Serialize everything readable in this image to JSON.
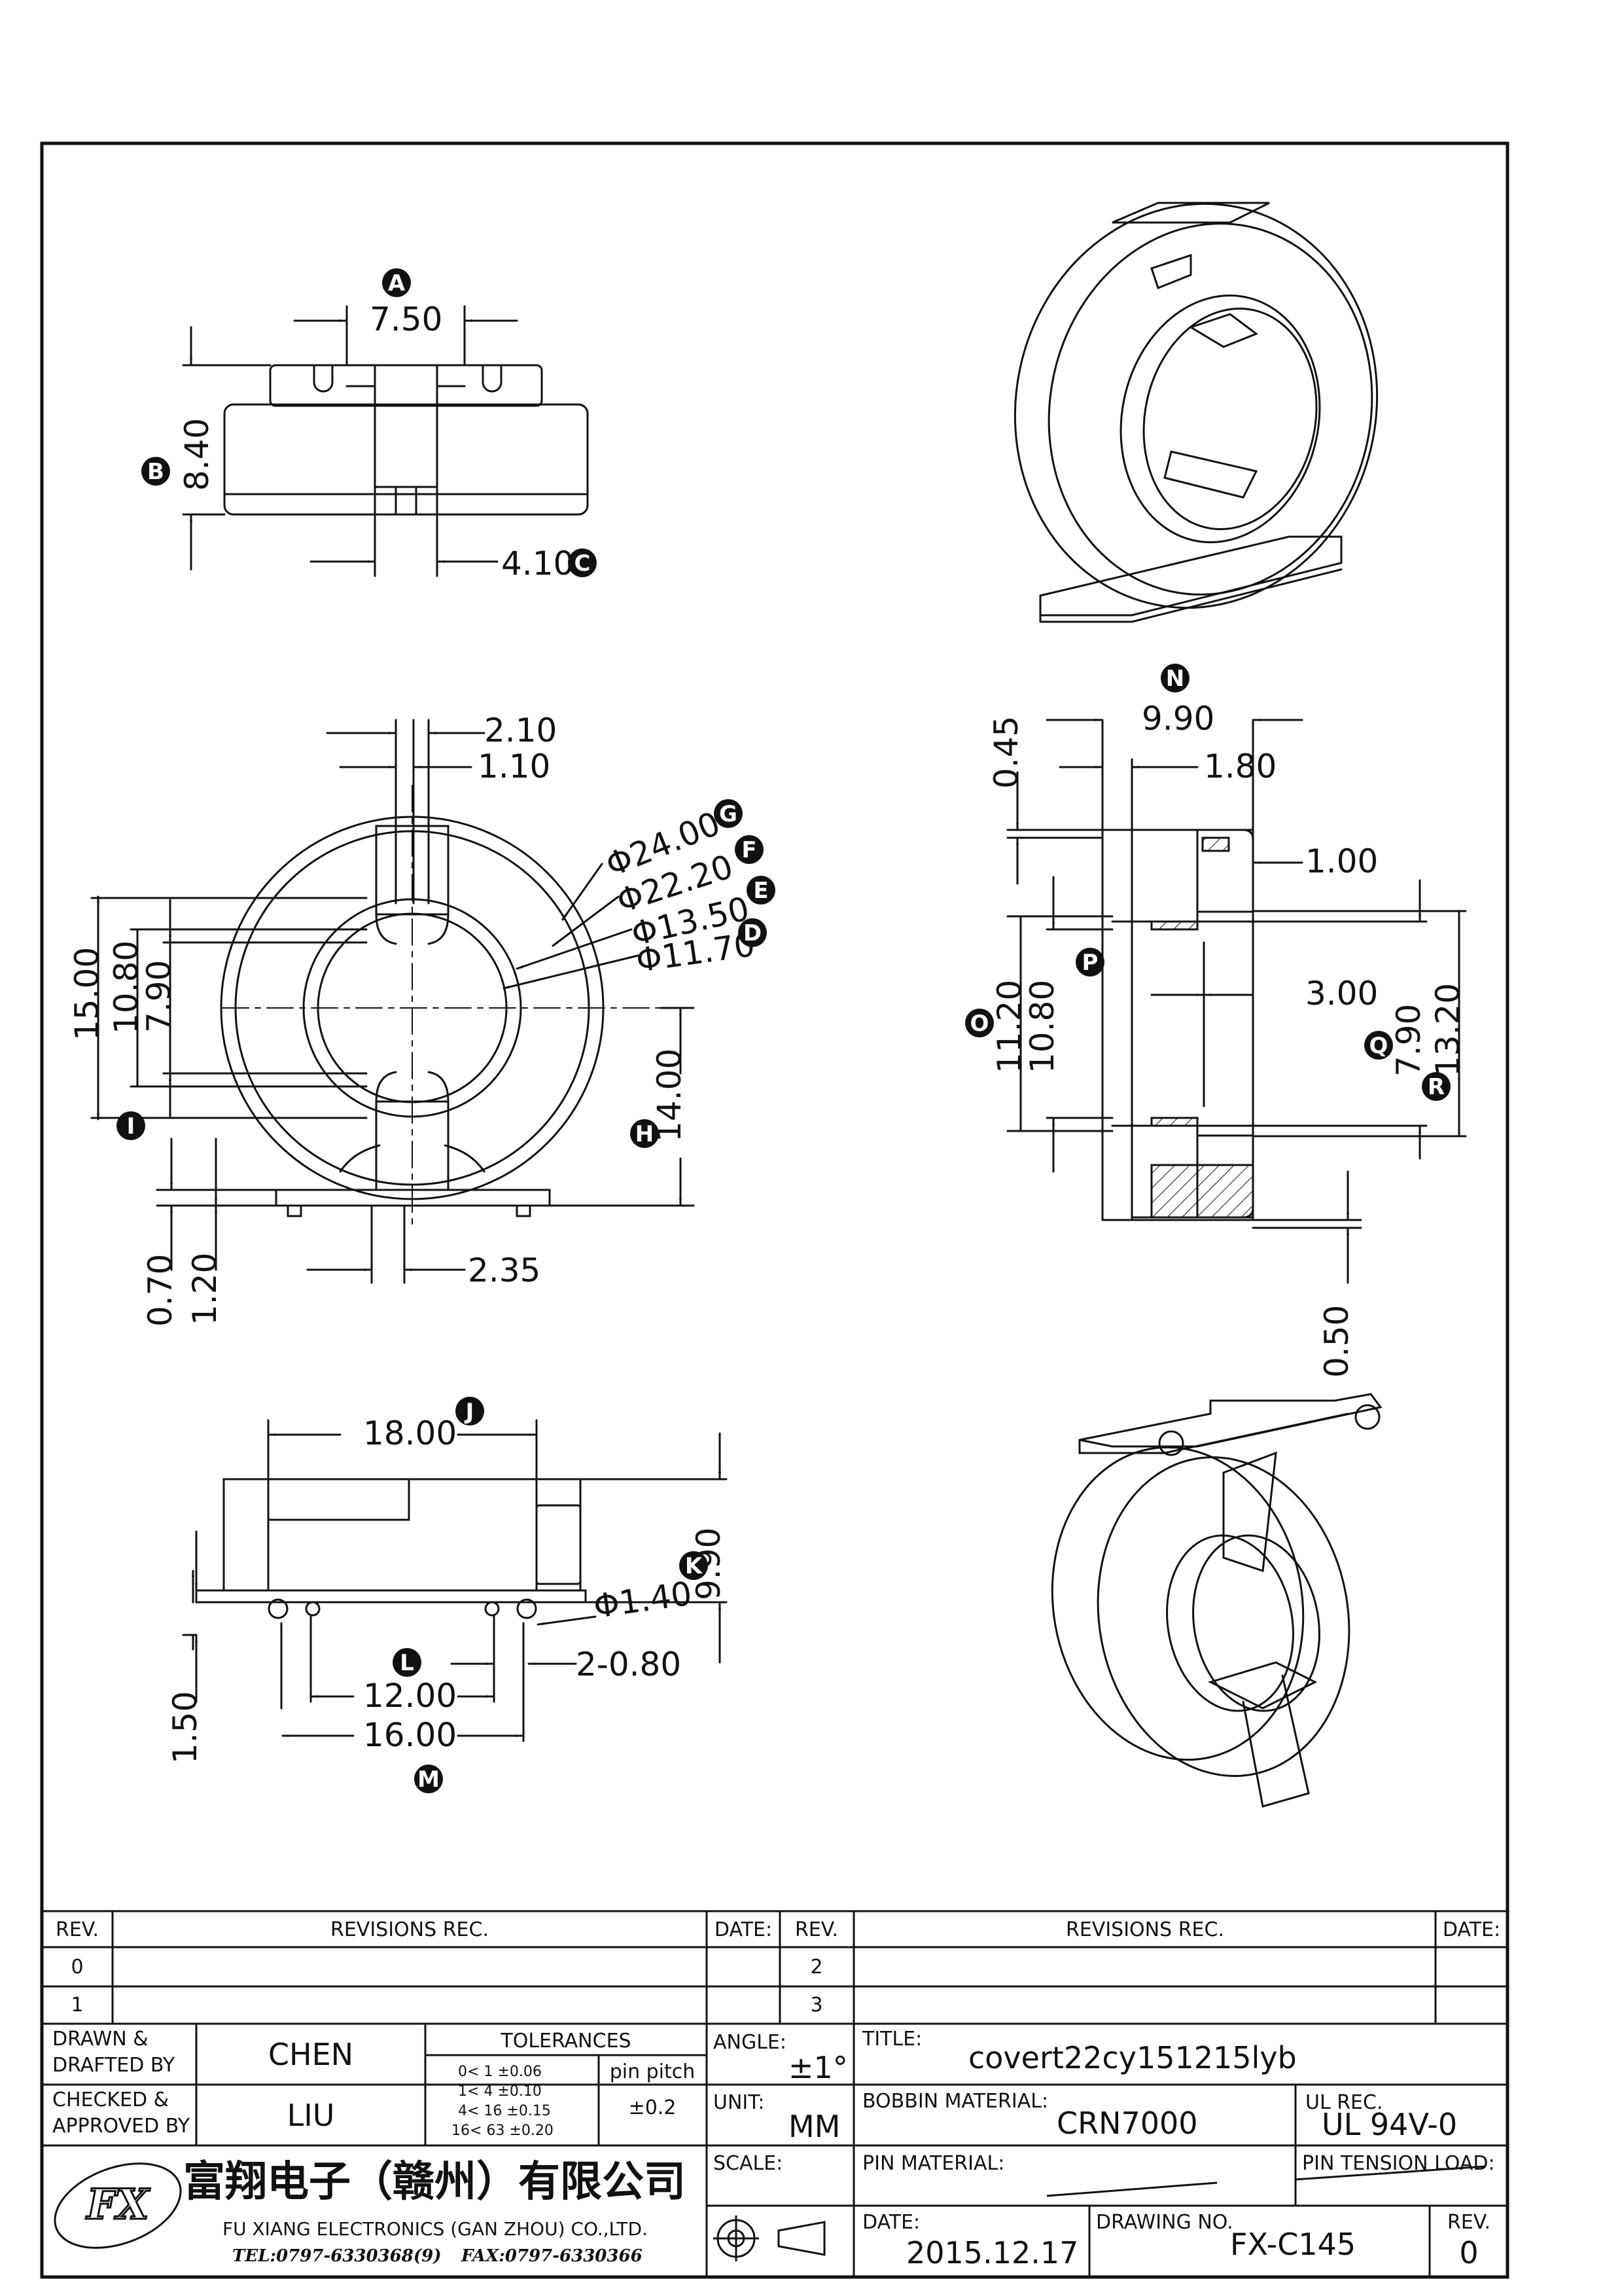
{
  "dimensions": {
    "A": {
      "letter": "A",
      "value": "7.50"
    },
    "B": {
      "letter": "B",
      "value": "8.40"
    },
    "C": {
      "letter": "C",
      "value": "4.10"
    },
    "D": {
      "letter": "D",
      "value": "Φ11.70"
    },
    "E": {
      "letter": "E",
      "value": "Φ13.50"
    },
    "F": {
      "letter": "F",
      "value": "Φ22.20"
    },
    "G": {
      "letter": "G",
      "value": "Φ24.00"
    },
    "H": {
      "letter": "H",
      "value": "14.00"
    },
    "I": {
      "letter": "I",
      "value": "7.90"
    },
    "J": {
      "letter": "J",
      "value": "18.00"
    },
    "K": {
      "letter": "K",
      "value": "9.90"
    },
    "L": {
      "letter": "L",
      "value": "12.00"
    },
    "M": {
      "letter": "M",
      "value": "16.00"
    },
    "N": {
      "letter": "N",
      "value": "9.90"
    },
    "O": {
      "letter": "O",
      "value": "11.20"
    },
    "P": {
      "letter": "P",
      "value": "10.80"
    },
    "Q": {
      "letter": "Q",
      "value": "7.90"
    },
    "R": {
      "letter": "R",
      "value": "13.20"
    }
  },
  "extra_dims": {
    "front_2_10": "2.10",
    "front_1_10": "1.10",
    "front_15_00": "15.00",
    "front_10_80": "10.80",
    "front_0_70": "0.70",
    "front_1_20": "1.20",
    "front_2_35": "2.35",
    "bottom_pin_dia": "Φ1.40",
    "bottom_pin_w": "2-0.80",
    "bottom_1_50": "1.50",
    "side_0_45": "0.45",
    "side_1_80": "1.80",
    "side_1_00": "1.00",
    "side_3_00": "3.00",
    "side_0_50": "0.50"
  },
  "title_block": {
    "rev_header": "REV.",
    "revisions_header": "REVISIONS   REC.",
    "date_header": "DATE:",
    "rev_rows_left": [
      "0",
      "1"
    ],
    "rev_rows_right": [
      "2",
      "3"
    ],
    "drawn_label": "DRAWN &\nDRAFTED BY",
    "drawn_by": "CHEN",
    "checked_label": "CHECKED &\nAPPROVED BY",
    "checked_by": "LIU",
    "tolerances_label": "TOLERANCES",
    "tolerance_rows": [
      "0<  1   ±0.06",
      "1<  4   ±0.10",
      "4<  16  ±0.15",
      "16<  63  ±0.20"
    ],
    "pin_pitch_label": "pin pitch",
    "pin_pitch_value": "±0.2",
    "angle_label": "ANGLE:",
    "angle_value": "±1°",
    "unit_label": "UNIT:",
    "unit_value": "MM",
    "scale_label": "SCALE:",
    "title_label": "TITLE:",
    "title_value": "covert22cy151215lyb",
    "bobbin_material_label": "BOBBIN MATERIAL:",
    "bobbin_material_value": "CRN7000",
    "ul_rec_label": "UL REC.",
    "ul_rec_value": "UL 94V-0",
    "pin_material_label": "PIN MATERIAL:",
    "pin_tension_label": "PIN TENSION LOAD:",
    "date_label": "DATE:",
    "date_value": "2015.12.17",
    "drawing_no_label": "DRAWING NO.",
    "drawing_no_value": "FX-C145",
    "rev_label": "REV.",
    "rev_value": "0",
    "company_cn": "富翔电子（赣州）有限公司",
    "company_en": "FU XIANG ELECTRONICS (GAN ZHOU) CO.,LTD.",
    "tel": "TEL:0797-6330368(9)",
    "fax": "FAX:0797-6330366",
    "logo_text": "FX"
  }
}
